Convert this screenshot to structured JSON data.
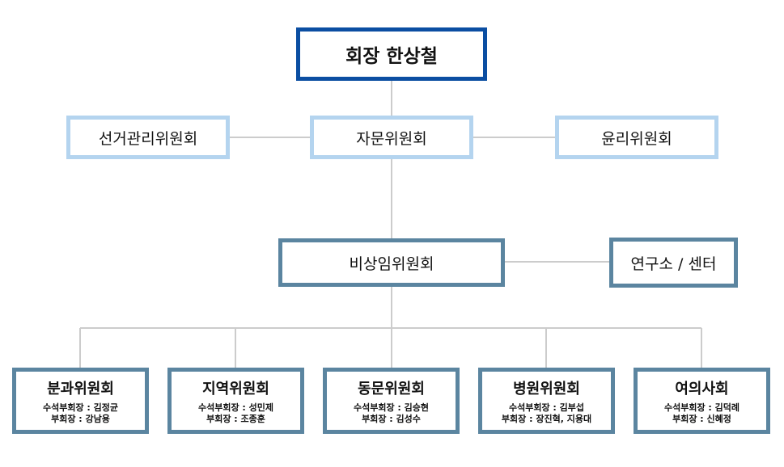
{
  "chairman": "회장 한상철",
  "committees": {
    "election": "선거관리위원회",
    "advisory": "자문위원회",
    "ethics": "윤리위원회",
    "nonstanding": "비상임위원회",
    "institute": "연구소 / 센터"
  },
  "branches": [
    {
      "title": "분과위원회",
      "line1": "수석부회장 : 김정균",
      "line2": "부회장 : 강남용"
    },
    {
      "title": "지역위원회",
      "line1": "수석부회장 : 성민제",
      "line2": "부회장 : 조종훈"
    },
    {
      "title": "동문위원회",
      "line1": "수석부회장 : 김승현",
      "line2": "부회장 : 김성수"
    },
    {
      "title": "병원위원회",
      "line1": "수석부회장 : 김부섭",
      "line2": "부회장 : 장진혁, 지용대"
    },
    {
      "title": "여의사회",
      "line1": "수석부회장 : 김덕례",
      "line2": "부회장 : 신혜정"
    }
  ],
  "colors": {
    "chairman_border": "#0b4ea2",
    "light_border": "#b4d4ef",
    "mid_border": "#5b85a0",
    "connector": "#cccccc"
  }
}
